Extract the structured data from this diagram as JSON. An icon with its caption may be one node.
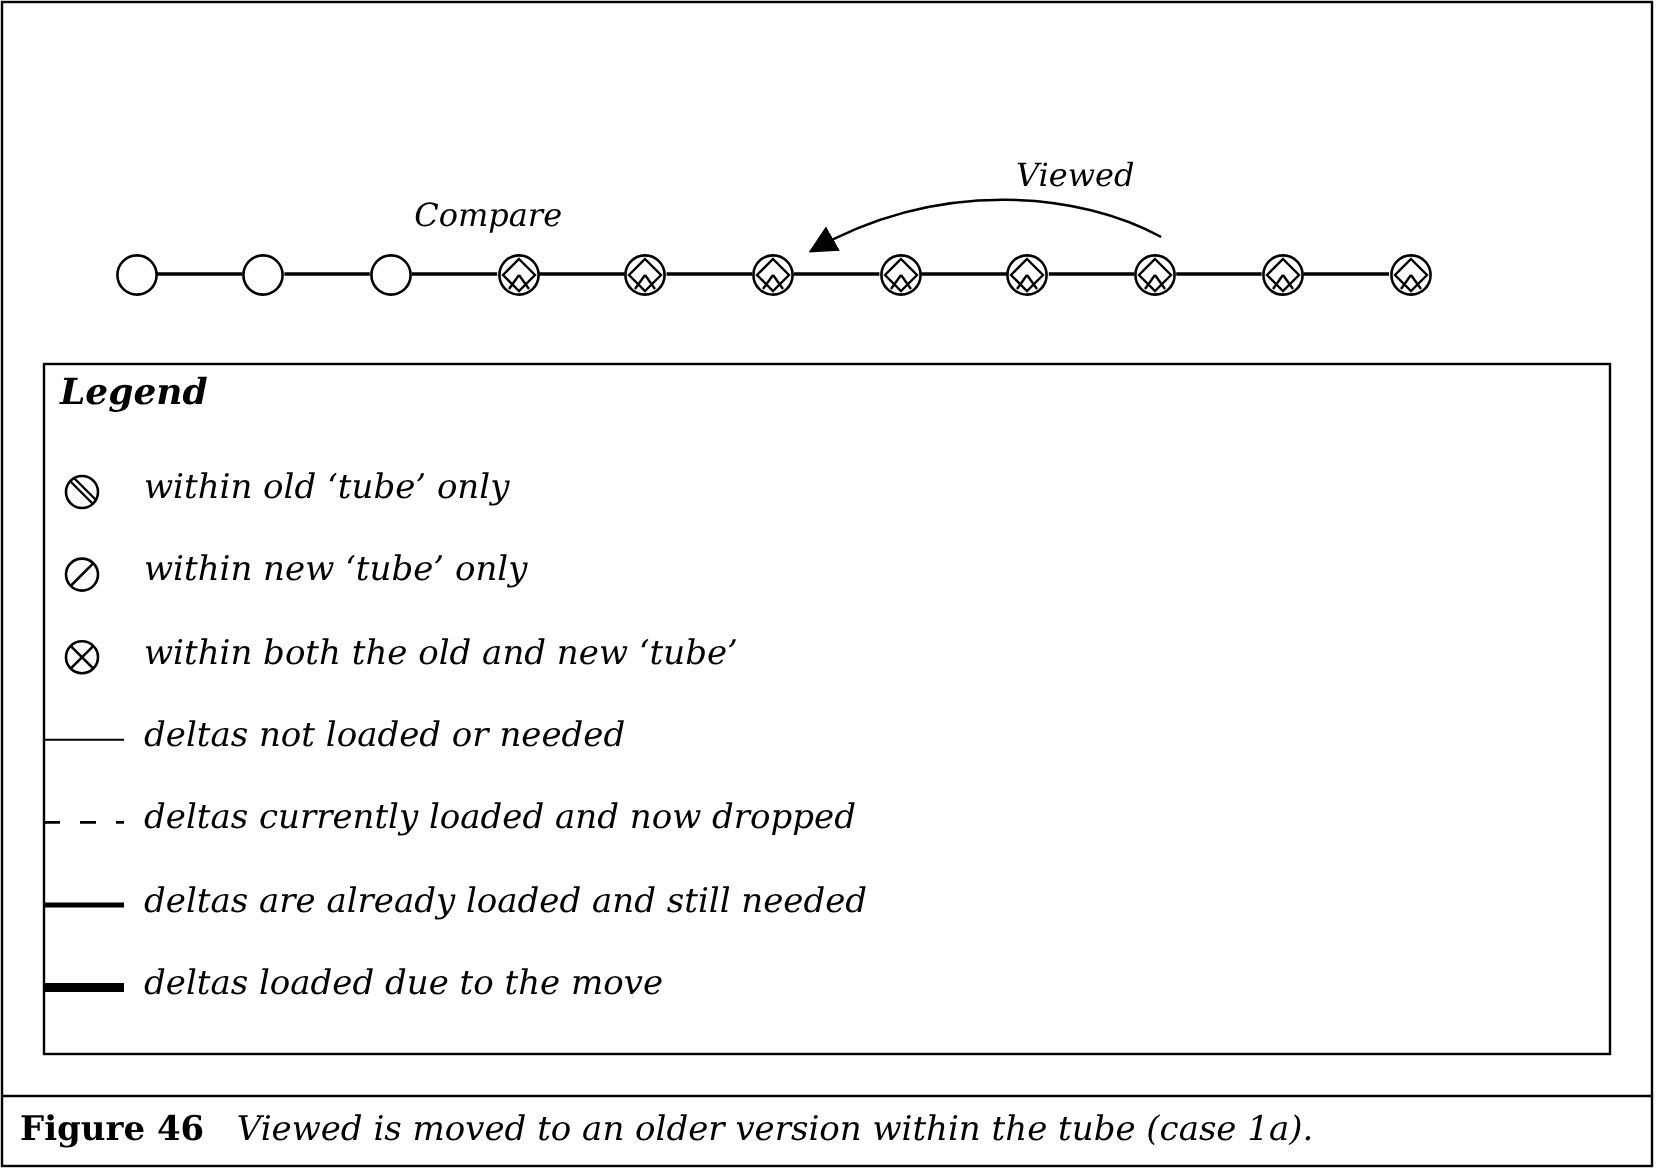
{
  "diagram": {
    "caption": "**Figure 46**   *Viewed is moved to an older version within the tube (case 1a).*",
    "nodes": [
      {
        "text": [],
        "shape": "circle"
      },
      {
        "text": [],
        "shape": "circle"
      },
      {
        "text": [],
        "shape": "circle"
      },
      {
        "text": [],
        "shape": "circle",
        "beside": [
          "Compare"
        ]
      },
      {
        "text": [],
        "shape": "circle"
      },
      {
        "text": [],
        "shape": "circle"
      },
      {
        "text": [],
        "shape": "circle"
      },
      {
        "text": [],
        "shape": "circle"
      },
      {
        "text": [],
        "shape": "circle"
      },
      {
        "text": [],
        "shape": "circle"
      },
      {
        "text": [],
        "shape": "circle"
      }
    ],
    "edges": [
      {
        "from": 0,
        "to": 1,
        "arrow": "none"
      },
      {
        "from": 1,
        "to": 2,
        "arrow": "none"
      },
      {
        "from": 2,
        "to": 3,
        "arrow": "none"
      },
      {
        "from": 3,
        "to": 4,
        "arrow": "none"
      },
      {
        "from": 4,
        "to": 5,
        "arrow": "none"
      },
      {
        "from": 5,
        "to": 6,
        "arrow": "none"
      },
      {
        "from": 6,
        "to": 7,
        "arrow": "none"
      },
      {
        "from": 7,
        "to": 8,
        "arrow": "none"
      },
      {
        "from": 8,
        "to": 9,
        "arrow": "none"
      },
      {
        "from": 9,
        "to": 10,
        "arrow": "none"
      },
      {
        "from": 8,
        "to": 5,
        "arrow": "to",
        "label": "Viewed"
      }
    ],
    "labels": [
      "Legend"
    ],
    "legend": [
      {
        "text": "within old ‘tube’ only"
      },
      {
        "text": "within new ‘tube’ only"
      },
      {
        "text": "within both the old and new ‘tube’"
      },
      {
        "text": "deltas not loaded or needed"
      },
      {
        "text": "deltas currently loaded and now dropped"
      },
      {
        "text": "deltas are already loaded and still needed"
      },
      {
        "text": "deltas loaded due to the move"
      }
    ]
  }
}
